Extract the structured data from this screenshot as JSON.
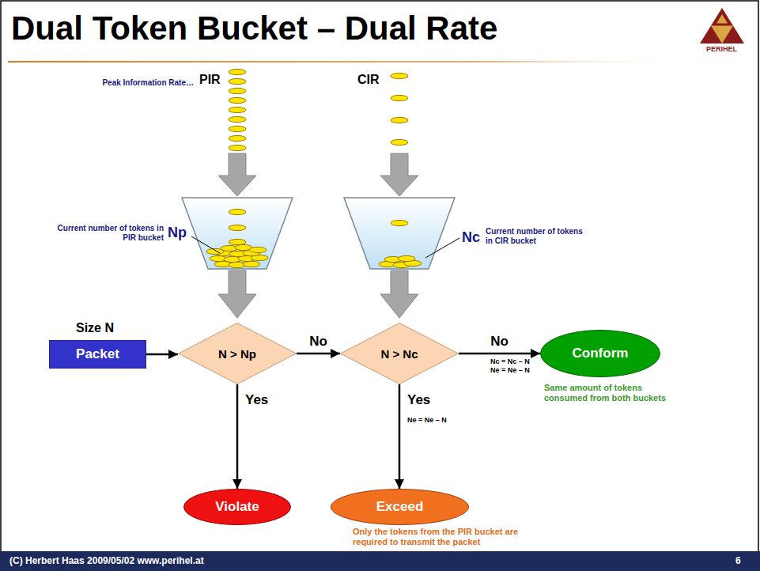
{
  "diagram": {
    "title": "Dual Token Bucket – Dual Rate",
    "nodes": [
      {
        "text": [
          "Size N",
          "Packet"
        ]
      },
      {
        "text": [
          "N > Np"
        ]
      },
      {
        "text": [
          "N > Nc"
        ]
      },
      {
        "text": [
          "Conform"
        ]
      },
      {
        "text": [
          "Violate"
        ]
      },
      {
        "text": [
          "Exceed"
        ]
      }
    ],
    "edges": [
      {
        "from": 0,
        "to": 1,
        "arrow": "to"
      },
      {
        "from": 1,
        "to": 2,
        "label": "No",
        "arrow": "to"
      },
      {
        "from": 1,
        "to": 4,
        "label": "Yes",
        "arrow": "to"
      },
      {
        "from": 2,
        "to": 3,
        "label": "No",
        "arrow": "to"
      },
      {
        "from": 2,
        "to": 5,
        "label": "Yes",
        "arrow": "to"
      }
    ],
    "labels": [
      "Peak Information Rate…",
      "PIR",
      "CIR",
      "Current number of tokens in PIR bucket",
      "Np",
      "Nc",
      "Current number of tokens in CIR bucket",
      "Nc = Nc – N",
      "Ne = Ne – N",
      "Ne = Ne – N",
      "Same amount of tokens consumed from both buckets",
      "Only the tokens from the PIR bucket are required to transmit the packet",
      "PERIHEL",
      "(C) Herbert Haas 2009/05/02 www.perihel.at",
      "6"
    ]
  }
}
